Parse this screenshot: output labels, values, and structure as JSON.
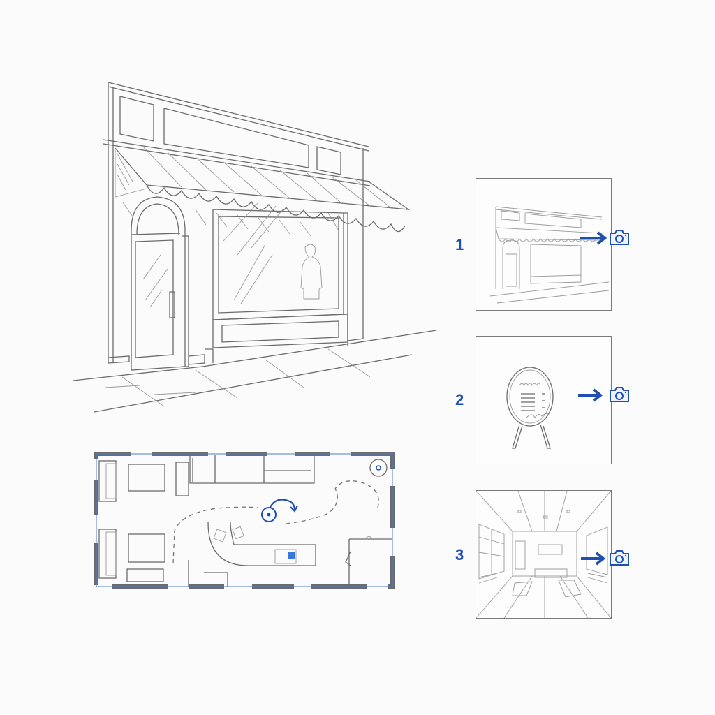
{
  "colors": {
    "accent": "#1f4fb0",
    "ink": "#6b6b6b",
    "background": "#fbfbfb"
  },
  "main_sketch": {
    "subject": "storefront-with-awning"
  },
  "floor_plan": {
    "subject": "store-floor-plan",
    "markers": [
      "camera-position-icon",
      "rotation-arrow-icon",
      "walking-path-dashed"
    ]
  },
  "steps": [
    {
      "number": "1",
      "subject": "storefront-exterior",
      "icon": "camera-icon"
    },
    {
      "number": "2",
      "subject": "menu-board-sign",
      "icon": "camera-icon"
    },
    {
      "number": "3",
      "subject": "interior-view",
      "icon": "camera-icon"
    }
  ]
}
